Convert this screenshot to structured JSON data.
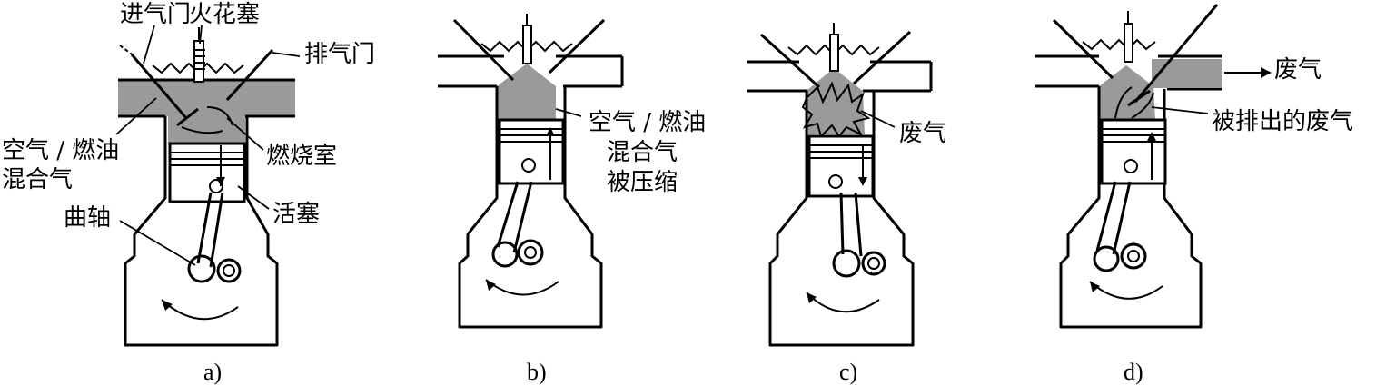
{
  "figure": {
    "panels": [
      {
        "caption": "a)",
        "labels": {
          "intake_valve": "进气门",
          "spark_plug": "火花塞",
          "exhaust_valve": "排气门",
          "mixture": "空气 / 燃油",
          "mixture2": "混合气",
          "chamber": "燃烧室",
          "piston": "活塞",
          "crankshaft": "曲轴"
        }
      },
      {
        "caption": "b)",
        "labels": {
          "line1": "空气 / 燃油",
          "line2": "混合气",
          "line3": "被压缩"
        }
      },
      {
        "caption": "c)",
        "labels": {
          "exhaust": "废气"
        }
      },
      {
        "caption": "d)",
        "labels": {
          "exhaust_out": "废气",
          "expelled": "被排出的废气"
        }
      }
    ]
  },
  "colors": {
    "gas": "#9a9a9a",
    "line": "#000000",
    "background": "#ffffff"
  }
}
